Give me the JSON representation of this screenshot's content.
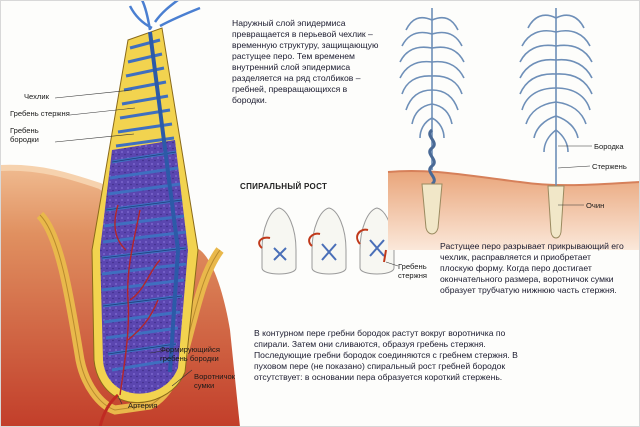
{
  "texts": {
    "top": "Наружный слой эпидермиса превращается в перьевой чехлик – временную структуру, защищающую растущее перо. Тем временем внутренний слой эпидермиса разделяется на ряд столбиков – гребней, превращающихся в бородки.",
    "right": "Растущее перо разрывает прикрывающий его чехлик, расправляется и приобретает плоскую форму. Когда перо достигает окончательного размера, воротничок сумки образует трубчатую нижнюю часть стержня.",
    "bottom": "В контурном пере гребни бородок растут вокруг воротничка по спирали. Затем они сливаются, образуя гребень стержня. Последующие гребни бородок соединяются с гребнем стержня. В пуховом пере (не показано) спиральный рост гребней бородок отсутствует: в основании пера образуется короткий стержень."
  },
  "labels": {
    "sheath": "Чехлик",
    "shaft_ridge": "Гребень стержня",
    "barb_ridge": "Гребень бородки",
    "forming_barb_ridge": "Формирующийся гребень бородки",
    "follicle_collar": "Воротничок сумки",
    "artery": "Артерия",
    "barb": "Бородка",
    "shaft": "Стержень",
    "calamus": "Очин",
    "spiral_barb_ridge": "Гребень стержня"
  },
  "headings": {
    "spiral_growth": "СПИРАЛЬНЫЙ РОСТ"
  },
  "colors": {
    "skin": "#e8a47a",
    "dermis": "#c9452e",
    "follicle": "#e8b84a",
    "pulp": "#5a3fa8",
    "feather": "#6e8fb8"
  }
}
